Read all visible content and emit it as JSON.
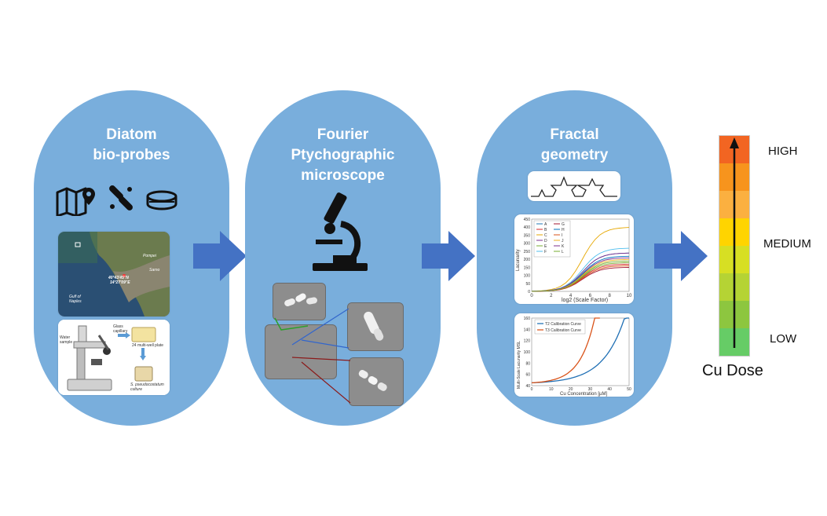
{
  "panels": [
    {
      "title": [
        "Diatom",
        "bio-probes"
      ]
    },
    {
      "title": [
        "Fourier",
        "Ptychographic",
        "microscope"
      ]
    },
    {
      "title": [
        "Fractal",
        "geometry"
      ]
    }
  ],
  "map": {
    "labels": [
      "Pompei",
      "Sarno",
      "Gulf of Naples",
      "40°43'45\"N",
      "14°27'09\"E"
    ]
  },
  "lab": {
    "labels": [
      "Water sample",
      "Glass capillary",
      "24 multi-well plate",
      "S. pseudocostatum culture"
    ]
  },
  "lacunarity_chart": {
    "ylabel": "Lacunarity",
    "xlabel": "log2 (Scale Factor)",
    "ticks_y": [
      "0",
      "50",
      "100",
      "150",
      "200",
      "250",
      "300",
      "350",
      "400",
      "450"
    ],
    "ticks_x": [
      "0",
      "2",
      "4",
      "6",
      "8",
      "10"
    ],
    "legend": [
      "A",
      "B",
      "C",
      "D",
      "E",
      "F",
      "G",
      "H",
      "I",
      "J",
      "K",
      "L"
    ]
  },
  "calibration_chart": {
    "ylabel": "Multi-Scale Lacunarity MSL",
    "xlabel": "Cu Concentration [µM]",
    "ticks_y": [
      "40",
      "60",
      "80",
      "100",
      "120",
      "140",
      "160"
    ],
    "ticks_x": [
      "0",
      "10",
      "20",
      "30",
      "40",
      "50"
    ],
    "legend": [
      "T2 Calibration Curve",
      "T3 Calibration Curve"
    ]
  },
  "dose_scale": {
    "labels": {
      "high": "HIGH",
      "medium": "MEDIUM",
      "low": "LOW"
    },
    "caption": "Cu Dose",
    "colors": [
      "#f26522",
      "#f7941d",
      "#fbb040",
      "#ffd400",
      "#d7df23",
      "#b5d334",
      "#8dc63f",
      "#66cc66"
    ]
  },
  "colors": {
    "pill": "#79aedc",
    "arrow": "#4472c4"
  }
}
